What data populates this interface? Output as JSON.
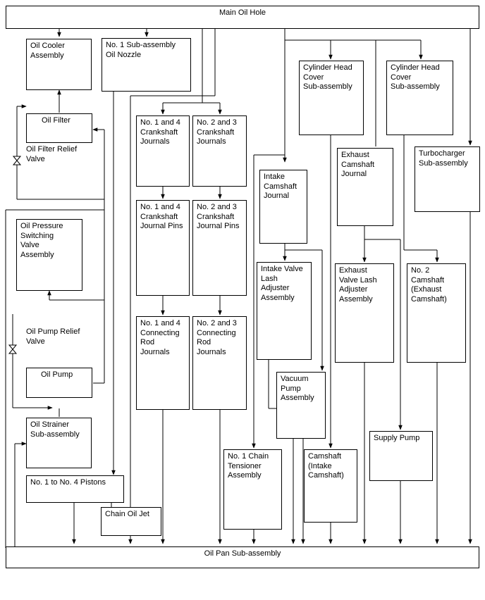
{
  "diagram": {
    "main_oil_hole": "Main Oil Hole",
    "oil_pan": "Oil Pan Sub-assembly",
    "oil_cooler": "Oil Cooler\nAssembly",
    "oil_filter": "Oil Filter",
    "oil_filter_relief_valve": "Oil Filter Relief\nValve",
    "oil_pressure_switching_valve": "Oil Pressure\nSwitching\nValve\nAssembly",
    "oil_pump_relief_valve": "Oil Pump Relief\nValve",
    "oil_pump": "Oil Pump",
    "oil_strainer": "Oil Strainer\nSub-assembly",
    "pistons": "No. 1 to No. 4 Pistons",
    "oil_nozzle": "No. 1 Sub-assembly\nOil Nozzle",
    "chain_oil_jet": "Chain Oil Jet",
    "crank_journals_14": "No. 1 and 4\nCrankshaft\nJournals",
    "crank_journals_23": "No. 2 and 3\nCrankshaft\nJournals",
    "crank_pins_14": "No. 1 and 4\nCrankshaft\nJournal Pins",
    "crank_pins_23": "No. 2 and 3\nCrankshaft\nJournal Pins",
    "rod_journals_14": "No. 1 and 4\nConnecting\nRod\nJournals",
    "rod_journals_23": "No. 2 and 3\nConnecting\nRod\nJournals",
    "intake_cam_journal": "Intake\nCamshaft\nJournal",
    "intake_lash_adjuster": "Intake Valve\nLash\nAdjuster\nAssembly",
    "vacuum_pump": "Vacuum\nPump\nAssembly",
    "chain_tensioner": "No. 1 Chain\nTensioner\nAssembly",
    "head_cover_1": "Cylinder Head\nCover\nSub-assembly",
    "head_cover_2": "Cylinder Head\nCover\nSub-assembly",
    "camshaft_intake": "Camshaft\n(Intake\nCamshaft)",
    "exhaust_cam_journal": "Exhaust\nCamshaft\nJournal",
    "exhaust_lash_adjuster": "Exhaust\nValve Lash\nAdjuster\nAssembly",
    "supply_pump": "Supply Pump",
    "turbocharger": "Turbocharger\nSub-assembly",
    "camshaft_exhaust": "No. 2\nCamshaft\n(Exhaust\nCamshaft)"
  }
}
